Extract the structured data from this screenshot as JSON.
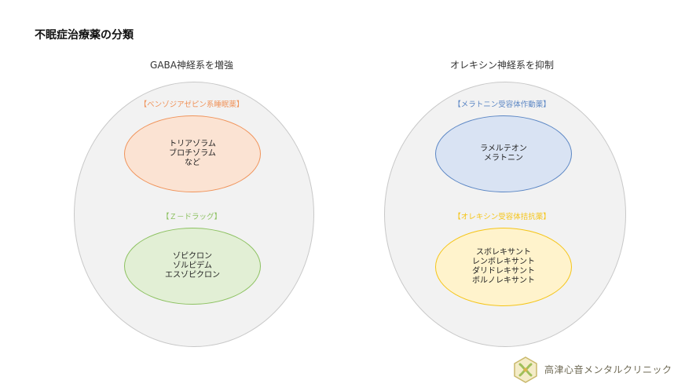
{
  "title": "不眠症治療薬の分類",
  "groups": [
    {
      "title": "GABA神経系を増強",
      "categories": [
        {
          "label": "【ベンゾジアゼピン系睡眠薬】",
          "color": "#f0935a",
          "fill": "#fbe3d3",
          "drugs": [
            "トリアゾラム",
            "ブロチゾラム",
            "など"
          ]
        },
        {
          "label": "【Ｚ－ドラッグ】",
          "color": "#8cc160",
          "fill": "#e2efd5",
          "drugs": [
            "ゾピクロン",
            "ゾルピデム",
            "エスゾピクロン"
          ]
        }
      ]
    },
    {
      "title": "オレキシン神経系を抑制",
      "categories": [
        {
          "label": "【メラトニン受容体作動薬】",
          "color": "#5b86c4",
          "fill": "#d9e3f3",
          "drugs": [
            "ラメルテオン",
            "メラトニン"
          ]
        },
        {
          "label": "【オレキシン受容体拮抗薬】",
          "color": "#f5c518",
          "fill": "#fff3cc",
          "drugs": [
            "スボレキサント",
            "レンボレキサント",
            "ダリドレキサント",
            "ボルノレキサント"
          ]
        }
      ]
    }
  ],
  "clinic": {
    "name": "高津心音メンタルクリニック",
    "logo": "clinic-logo-icon"
  }
}
